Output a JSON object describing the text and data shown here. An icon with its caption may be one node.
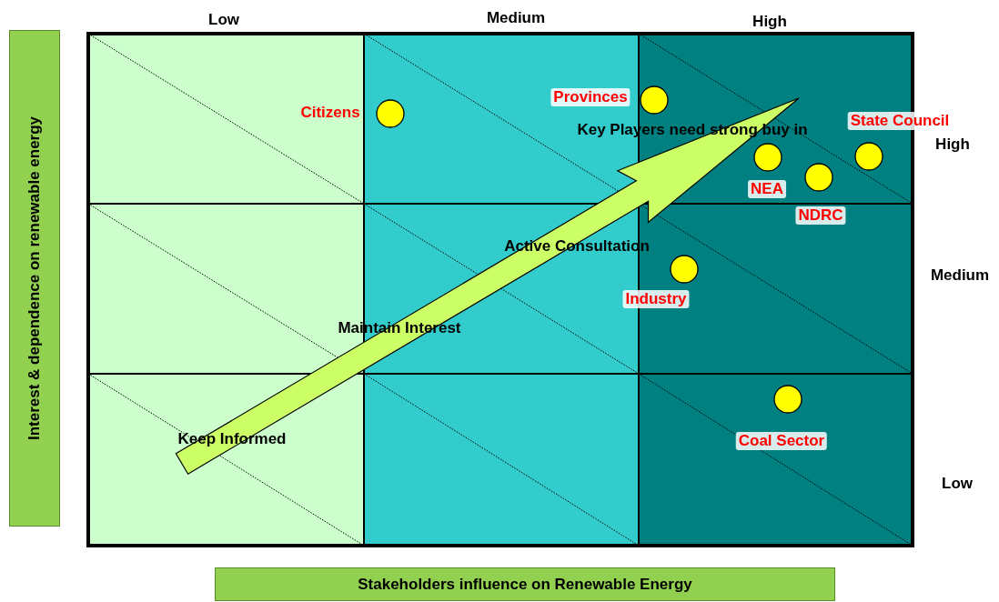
{
  "diagram": {
    "nodes": [
      {
        "text": [
          "Interest & dependence on renewable energy"
        ]
      },
      {
        "text": [
          "Stakeholders influence on Renewable Energy"
        ]
      },
      {
        "text": [
          "Citizens"
        ]
      },
      {
        "text": [
          "Provinces"
        ]
      },
      {
        "text": [
          "State Council"
        ]
      },
      {
        "text": [
          "NEA"
        ]
      },
      {
        "text": [
          "NDRC"
        ]
      },
      {
        "text": [
          "Industry"
        ]
      },
      {
        "text": [
          "Coal Sector"
        ]
      }
    ],
    "labels": [
      "Low",
      "Medium",
      "High",
      "Key Players need strong buy in",
      "High",
      "Active Consultation",
      "Medium",
      "Maintain Interest",
      "Keep Informed",
      "Low"
    ]
  }
}
